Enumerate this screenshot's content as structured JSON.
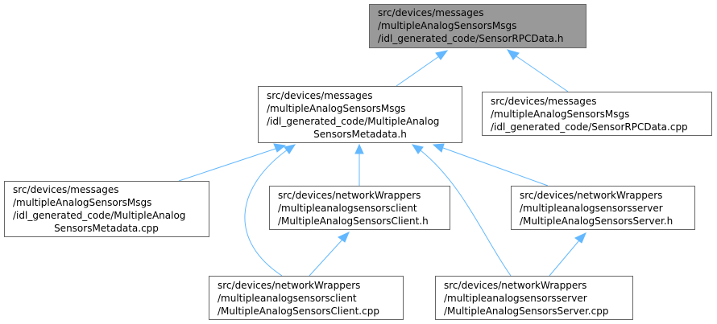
{
  "nodes": {
    "sensor_rpc_h": {
      "lines": [
        "src/devices/messages",
        "/multipleAnalogSensorsMsgs",
        "/idl_generated_code/SensorRPCData.h"
      ],
      "align": "left",
      "highlighted": true
    },
    "metadata_h": {
      "lines": [
        "src/devices/messages",
        "/multipleAnalogSensorsMsgs",
        "/idl_generated_code/MultipleAnalog",
        "SensorsMetadata.h"
      ],
      "align": "mixed"
    },
    "sensor_rpc_cpp": {
      "lines": [
        "src/devices/messages",
        "/multipleAnalogSensorsMsgs",
        "/idl_generated_code/SensorRPCData.cpp"
      ],
      "align": "left"
    },
    "metadata_cpp": {
      "lines": [
        "src/devices/messages",
        "/multipleAnalogSensorsMsgs",
        "/idl_generated_code/MultipleAnalog",
        "SensorsMetadata.cpp"
      ],
      "align": "mixed"
    },
    "client_h": {
      "lines": [
        "src/devices/networkWrappers",
        "/multipleanalogsensorsclient",
        "/MultipleAnalogSensorsClient.h"
      ],
      "align": "left"
    },
    "server_h": {
      "lines": [
        "src/devices/networkWrappers",
        "/multipleanalogsensorsserver",
        "/MultipleAnalogSensorsServer.h"
      ],
      "align": "left"
    },
    "client_cpp": {
      "lines": [
        "src/devices/networkWrappers",
        "/multipleanalogsensorsclient",
        "/MultipleAnalogSensorsClient.cpp"
      ],
      "align": "left"
    },
    "server_cpp": {
      "lines": [
        "src/devices/networkWrappers",
        "/multipleanalogsensorsserver",
        "/MultipleAnalogSensorsServer.cpp"
      ],
      "align": "left"
    }
  },
  "edges": [
    {
      "from": "metadata_h",
      "to": "sensor_rpc_h"
    },
    {
      "from": "sensor_rpc_cpp",
      "to": "sensor_rpc_h"
    },
    {
      "from": "metadata_cpp",
      "to": "metadata_h"
    },
    {
      "from": "client_h",
      "to": "metadata_h"
    },
    {
      "from": "server_h",
      "to": "metadata_h"
    },
    {
      "from": "client_cpp",
      "to": "metadata_h"
    },
    {
      "from": "server_cpp",
      "to": "metadata_h"
    },
    {
      "from": "client_cpp",
      "to": "client_h"
    },
    {
      "from": "server_cpp",
      "to": "server_h"
    }
  ],
  "colors": {
    "edge": "#63b8ff",
    "node_border": "#666666",
    "highlight_fill": "#999999",
    "node_fill": "#ffffff"
  }
}
